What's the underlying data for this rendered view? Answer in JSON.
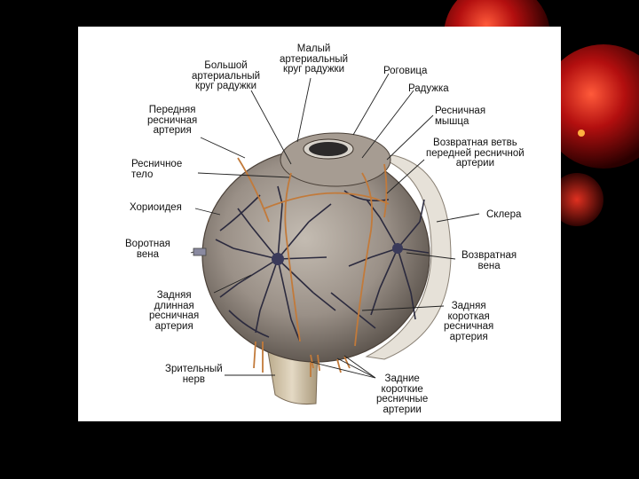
{
  "labels": {
    "small_circle": "Малый\nартериальный\nкруг радужки",
    "big_circle": "Большой\nартериальный\nкруг радужки",
    "cornea": "Роговица",
    "iris": "Радужка",
    "ciliary_muscle": "Ресничная\nмышца",
    "anterior_ciliary_artery": "Передняя\nресничная\nартерия",
    "recurrent_branch": "Возвратная ветвь\nпередней ресничной\nартерии",
    "ciliary_body": "Ресничное\nтело",
    "choroid": "Хориоидея",
    "sclera": "Склера",
    "vortex_vein": "Воротная\nвена",
    "recurrent_vein": "Возвратная\nвена",
    "long_posterior_ciliary_artery": "Задняя\nдлинная\nресничная\nартерия",
    "short_posterior_ciliary_artery": "Задняя\nкороткая\nресничная\nартерия",
    "optic_nerve": "Зрительный\nнерв",
    "short_posterior_ciliary_arteries": "Задние\nкороткие\nресничные\nартерии"
  },
  "colors": {
    "background": "#000000",
    "panel": "#ffffff",
    "eyeball": "#9a9087",
    "vessel_dark": "#2b2a3e",
    "artery": "#c27a3a",
    "nerve": "#cdbfa8",
    "decor_red": "#c01010"
  }
}
